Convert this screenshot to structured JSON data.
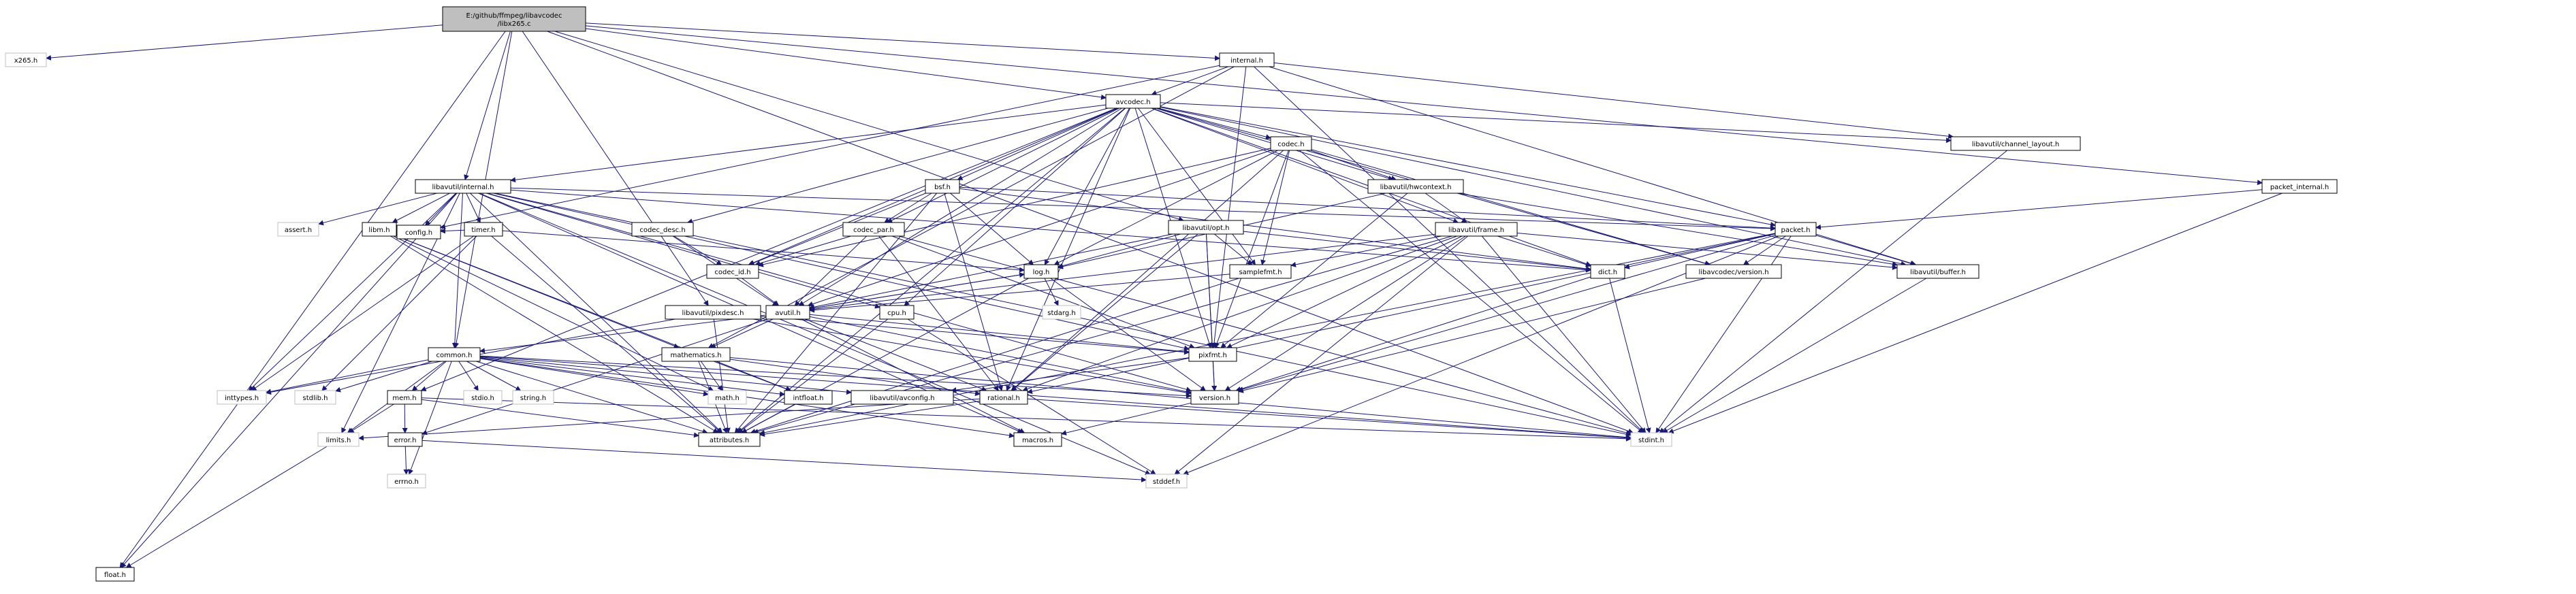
{
  "graph": {
    "title": "E:/github/ffmpeg/libavcodec/libx265.c",
    "colors": {
      "edge": "#191970",
      "node_border": "#000000",
      "node_fill": "#ffffff",
      "root_fill": "#bfbfbf",
      "system_header_border": "#bfbfbf",
      "text": "#000000"
    },
    "nodes": [
      {
        "id": "root",
        "label": "E:/github/ffmpeg/libavcodec\n/libx265.c",
        "kind": "root"
      },
      {
        "id": "x265",
        "label": "x265.h",
        "kind": "system"
      },
      {
        "id": "float",
        "label": "float.h",
        "kind": "normal"
      },
      {
        "id": "libavutil_internal",
        "label": "libavutil/internal.h",
        "kind": "normal"
      },
      {
        "id": "common",
        "label": "common.h",
        "kind": "normal"
      },
      {
        "id": "libavutil_pixdesc",
        "label": "libavutil/pixdesc.h",
        "kind": "normal"
      },
      {
        "id": "libavutil_opt",
        "label": "libavutil/opt.h",
        "kind": "normal"
      },
      {
        "id": "avcodec",
        "label": "avcodec.h",
        "kind": "normal"
      },
      {
        "id": "internal",
        "label": "internal.h",
        "kind": "normal"
      },
      {
        "id": "packet_internal",
        "label": "packet_internal.h",
        "kind": "normal"
      },
      {
        "id": "config",
        "label": "config.h",
        "kind": "normal"
      },
      {
        "id": "libavutil_channel_layout",
        "label": "libavutil/channel_layout.h",
        "kind": "normal"
      },
      {
        "id": "assert",
        "label": "assert.h",
        "kind": "system"
      },
      {
        "id": "libm",
        "label": "libm.h",
        "kind": "normal"
      },
      {
        "id": "timer",
        "label": "timer.h",
        "kind": "normal"
      },
      {
        "id": "codec_desc",
        "label": "codec_desc.h",
        "kind": "normal"
      },
      {
        "id": "bsf",
        "label": "bsf.h",
        "kind": "normal"
      },
      {
        "id": "codec_par",
        "label": "codec_par.h",
        "kind": "normal"
      },
      {
        "id": "codec",
        "label": "codec.h",
        "kind": "normal"
      },
      {
        "id": "libavutil_hwcontext",
        "label": "libavutil/hwcontext.h",
        "kind": "normal"
      },
      {
        "id": "libavutil_frame",
        "label": "libavutil/frame.h",
        "kind": "normal"
      },
      {
        "id": "packet",
        "label": "packet.h",
        "kind": "normal"
      },
      {
        "id": "samplefmt",
        "label": "samplefmt.h",
        "kind": "normal"
      },
      {
        "id": "dict",
        "label": "dict.h",
        "kind": "normal"
      },
      {
        "id": "libavcodec_version",
        "label": "libavcodec/version.h",
        "kind": "normal"
      },
      {
        "id": "libavutil_buffer",
        "label": "libavutil/buffer.h",
        "kind": "normal"
      },
      {
        "id": "codec_id",
        "label": "codec_id.h",
        "kind": "normal"
      },
      {
        "id": "log",
        "label": "log.h",
        "kind": "normal"
      },
      {
        "id": "stdarg",
        "label": "stdarg.h",
        "kind": "system"
      },
      {
        "id": "avutil",
        "label": "avutil.h",
        "kind": "normal"
      },
      {
        "id": "cpu",
        "label": "cpu.h",
        "kind": "normal"
      },
      {
        "id": "pixfmt",
        "label": "pixfmt.h",
        "kind": "normal"
      },
      {
        "id": "mathematics",
        "label": "mathematics.h",
        "kind": "normal"
      },
      {
        "id": "inttypes",
        "label": "inttypes.h",
        "kind": "system"
      },
      {
        "id": "stdlib",
        "label": "stdlib.h",
        "kind": "system"
      },
      {
        "id": "stdio",
        "label": "stdio.h",
        "kind": "system"
      },
      {
        "id": "string",
        "label": "string.h",
        "kind": "system"
      },
      {
        "id": "math",
        "label": "math.h",
        "kind": "system"
      },
      {
        "id": "intfloat",
        "label": "intfloat.h",
        "kind": "normal"
      },
      {
        "id": "libavutil_avconfig",
        "label": "libavutil/avconfig.h",
        "kind": "normal"
      },
      {
        "id": "rational",
        "label": "rational.h",
        "kind": "normal"
      },
      {
        "id": "version",
        "label": "version.h",
        "kind": "normal"
      },
      {
        "id": "mem",
        "label": "mem.h",
        "kind": "normal"
      },
      {
        "id": "limits",
        "label": "limits.h",
        "kind": "system"
      },
      {
        "id": "error",
        "label": "error.h",
        "kind": "normal"
      },
      {
        "id": "attributes",
        "label": "attributes.h",
        "kind": "normal"
      },
      {
        "id": "macros",
        "label": "macros.h",
        "kind": "normal"
      },
      {
        "id": "stdint",
        "label": "stdint.h",
        "kind": "system"
      },
      {
        "id": "errno",
        "label": "errno.h",
        "kind": "system"
      },
      {
        "id": "stddef",
        "label": "stddef.h",
        "kind": "system"
      }
    ],
    "edges": [
      [
        "root",
        "x265"
      ],
      [
        "root",
        "float"
      ],
      [
        "root",
        "libavutil_internal"
      ],
      [
        "root",
        "common"
      ],
      [
        "root",
        "libavutil_pixdesc"
      ],
      [
        "root",
        "libavutil_opt"
      ],
      [
        "root",
        "avcodec"
      ],
      [
        "root",
        "internal"
      ],
      [
        "root",
        "packet_internal"
      ],
      [
        "root",
        "stdint"
      ],
      [
        "internal",
        "avcodec"
      ],
      [
        "internal",
        "config"
      ],
      [
        "internal",
        "libavutil_buffer"
      ],
      [
        "internal",
        "libavutil_channel_layout"
      ],
      [
        "internal",
        "mathematics"
      ],
      [
        "internal",
        "pixfmt"
      ],
      [
        "internal",
        "stdint"
      ],
      [
        "packet_internal",
        "packet"
      ],
      [
        "packet_internal",
        "stdint"
      ],
      [
        "avcodec",
        "libavutil_internal"
      ],
      [
        "avcodec",
        "codec_desc"
      ],
      [
        "avcodec",
        "bsf"
      ],
      [
        "avcodec",
        "codec_par"
      ],
      [
        "avcodec",
        "codec"
      ],
      [
        "avcodec",
        "libavutil_hwcontext"
      ],
      [
        "avcodec",
        "libavutil_frame"
      ],
      [
        "avcodec",
        "packet"
      ],
      [
        "avcodec",
        "libavutil_buffer"
      ],
      [
        "avcodec",
        "libavutil_channel_layout"
      ],
      [
        "avcodec",
        "samplefmt"
      ],
      [
        "avcodec",
        "dict"
      ],
      [
        "avcodec",
        "libavcodec_version"
      ],
      [
        "avcodec",
        "log"
      ],
      [
        "avcodec",
        "avutil"
      ],
      [
        "avcodec",
        "cpu"
      ],
      [
        "avcodec",
        "pixfmt"
      ],
      [
        "avcodec",
        "rational"
      ],
      [
        "avcodec",
        "attributes"
      ],
      [
        "avcodec",
        "codec_id"
      ],
      [
        "avcodec",
        "mem"
      ],
      [
        "libavutil_channel_layout",
        "stdint"
      ],
      [
        "libavutil_internal",
        "config"
      ],
      [
        "libavutil_internal",
        "assert"
      ],
      [
        "libavutil_internal",
        "libm"
      ],
      [
        "libavutil_internal",
        "timer"
      ],
      [
        "libavutil_internal",
        "dict"
      ],
      [
        "libavutil_internal",
        "pixfmt"
      ],
      [
        "libavutil_internal",
        "version"
      ],
      [
        "libavutil_internal",
        "packet"
      ],
      [
        "libavutil_internal",
        "cpu"
      ],
      [
        "libavutil_internal",
        "macros"
      ],
      [
        "libavutil_internal",
        "attributes"
      ],
      [
        "libavutil_internal",
        "limits"
      ],
      [
        "libavutil_internal",
        "float"
      ],
      [
        "libavutil_internal",
        "stdint"
      ],
      [
        "libavutil_internal",
        "stddef"
      ],
      [
        "libavutil_internal",
        "common"
      ],
      [
        "libavutil_internal",
        "inttypes"
      ],
      [
        "libm",
        "config"
      ],
      [
        "libm",
        "math"
      ],
      [
        "libm",
        "attributes"
      ],
      [
        "libm",
        "intfloat"
      ],
      [
        "libm",
        "mathematics"
      ],
      [
        "timer",
        "config"
      ],
      [
        "timer",
        "log"
      ],
      [
        "timer",
        "inttypes"
      ],
      [
        "timer",
        "stdlib"
      ],
      [
        "timer",
        "attributes"
      ],
      [
        "codec_desc",
        "codec_id"
      ],
      [
        "codec_desc",
        "avutil"
      ],
      [
        "bsf",
        "codec_par"
      ],
      [
        "bsf",
        "codec_id"
      ],
      [
        "bsf",
        "log"
      ],
      [
        "bsf",
        "dict"
      ],
      [
        "bsf",
        "packet"
      ],
      [
        "bsf",
        "rational"
      ],
      [
        "bsf",
        "attributes"
      ],
      [
        "codec_par",
        "codec_id"
      ],
      [
        "codec_par",
        "avutil"
      ],
      [
        "codec_par",
        "rational"
      ],
      [
        "codec_par",
        "pixfmt"
      ],
      [
        "codec_par",
        "stdint"
      ],
      [
        "codec",
        "libavutil_hwcontext"
      ],
      [
        "codec",
        "log"
      ],
      [
        "codec",
        "samplefmt"
      ],
      [
        "codec",
        "avutil"
      ],
      [
        "codec",
        "pixfmt"
      ],
      [
        "codec",
        "rational"
      ],
      [
        "codec",
        "codec_id"
      ],
      [
        "codec",
        "libavcodec_version"
      ],
      [
        "codec",
        "stdint"
      ],
      [
        "libavutil_hwcontext",
        "libavutil_buffer"
      ],
      [
        "libavutil_hwcontext",
        "libavutil_frame"
      ],
      [
        "libavutil_hwcontext",
        "log"
      ],
      [
        "libavutil_hwcontext",
        "pixfmt"
      ],
      [
        "libavutil_frame",
        "avutil"
      ],
      [
        "libavutil_frame",
        "libavutil_buffer"
      ],
      [
        "libavutil_frame",
        "dict"
      ],
      [
        "libavutil_frame",
        "rational"
      ],
      [
        "libavutil_frame",
        "samplefmt"
      ],
      [
        "libavutil_frame",
        "pixfmt"
      ],
      [
        "libavutil_frame",
        "version"
      ],
      [
        "libavutil_frame",
        "stddef"
      ],
      [
        "libavutil_frame",
        "stdint"
      ],
      [
        "libavutil_frame",
        "attributes"
      ],
      [
        "packet",
        "attributes"
      ],
      [
        "packet",
        "libavutil_buffer"
      ],
      [
        "packet",
        "dict"
      ],
      [
        "packet",
        "rational"
      ],
      [
        "packet",
        "version"
      ],
      [
        "packet",
        "libavcodec_version"
      ],
      [
        "packet",
        "stddef"
      ],
      [
        "packet",
        "stdint"
      ],
      [
        "libavutil_opt",
        "rational"
      ],
      [
        "libavutil_opt",
        "avutil"
      ],
      [
        "libavutil_opt",
        "dict"
      ],
      [
        "libavutil_opt",
        "log"
      ],
      [
        "libavutil_opt",
        "pixfmt"
      ],
      [
        "libavutil_opt",
        "samplefmt"
      ],
      [
        "libavutil_opt",
        "version"
      ],
      [
        "samplefmt",
        "avutil"
      ],
      [
        "samplefmt",
        "attributes"
      ],
      [
        "dict",
        "stdint"
      ],
      [
        "dict",
        "version"
      ],
      [
        "libavcodec_version",
        "version"
      ],
      [
        "libavutil_buffer",
        "stdint"
      ],
      [
        "codec_id",
        "avutil"
      ],
      [
        "log",
        "stdarg"
      ],
      [
        "log",
        "avutil"
      ],
      [
        "log",
        "attributes"
      ],
      [
        "log",
        "version"
      ],
      [
        "avutil",
        "common"
      ],
      [
        "avutil",
        "error"
      ],
      [
        "avutil",
        "rational"
      ],
      [
        "avutil",
        "version"
      ],
      [
        "avutil",
        "macros"
      ],
      [
        "avutil",
        "mathematics"
      ],
      [
        "avutil",
        "log"
      ],
      [
        "avutil",
        "pixfmt"
      ],
      [
        "cpu",
        "attributes"
      ],
      [
        "cpu",
        "stddef"
      ],
      [
        "pixfmt",
        "libavutil_avconfig"
      ],
      [
        "pixfmt",
        "version"
      ],
      [
        "libavutil_pixdesc",
        "inttypes"
      ],
      [
        "libavutil_pixdesc",
        "attributes"
      ],
      [
        "libavutil_pixdesc",
        "pixfmt"
      ],
      [
        "libavutil_pixdesc",
        "version"
      ],
      [
        "mathematics",
        "stdint"
      ],
      [
        "mathematics",
        "math"
      ],
      [
        "mathematics",
        "attributes"
      ],
      [
        "mathematics",
        "rational"
      ],
      [
        "mathematics",
        "intfloat"
      ],
      [
        "common",
        "errno"
      ],
      [
        "common",
        "inttypes"
      ],
      [
        "common",
        "limits"
      ],
      [
        "common",
        "math"
      ],
      [
        "common",
        "stdint"
      ],
      [
        "common",
        "stdio"
      ],
      [
        "common",
        "stdlib"
      ],
      [
        "common",
        "string"
      ],
      [
        "common",
        "attributes"
      ],
      [
        "common",
        "macros"
      ],
      [
        "common",
        "version"
      ],
      [
        "common",
        "libavutil_avconfig"
      ],
      [
        "common",
        "mem"
      ],
      [
        "common",
        "intfloat"
      ],
      [
        "intfloat",
        "attributes"
      ],
      [
        "rational",
        "attributes"
      ],
      [
        "rational",
        "stdint"
      ],
      [
        "rational",
        "limits"
      ],
      [
        "version",
        "macros"
      ],
      [
        "mem",
        "attributes"
      ],
      [
        "mem",
        "error"
      ],
      [
        "mem",
        "limits"
      ],
      [
        "mem",
        "stdint"
      ],
      [
        "error",
        "errno"
      ],
      [
        "error",
        "stddef"
      ],
      [
        "limits",
        "float"
      ]
    ]
  }
}
